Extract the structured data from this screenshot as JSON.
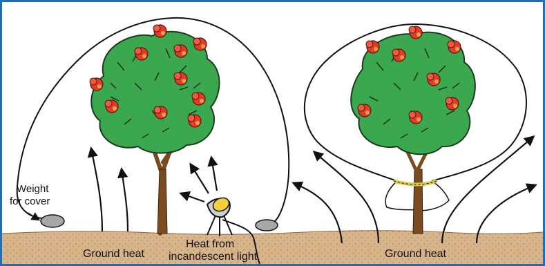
{
  "labels": {
    "weight_line1": "Weight",
    "weight_line2": "for cover",
    "ground_heat_left": "Ground heat",
    "light_line1": "Heat from",
    "light_line2": "incandescent light",
    "ground_heat_right": "Ground heat"
  },
  "colors": {
    "border": "#1f6fb5",
    "soil": "#d7b48a",
    "soil_dots": "#a9845b",
    "foliage": "#3ba84f",
    "foliage_outline": "#1a3b1e",
    "flower": "#e23b2a",
    "trunk": "#7a4b1e",
    "tie": "#d9c84a",
    "lamp_glow": "#f4d23a",
    "stone": "#a8a8a8"
  },
  "icons": [
    "tree-icon",
    "flower-icon",
    "arrow-icon",
    "lamp-icon",
    "stone-icon"
  ]
}
